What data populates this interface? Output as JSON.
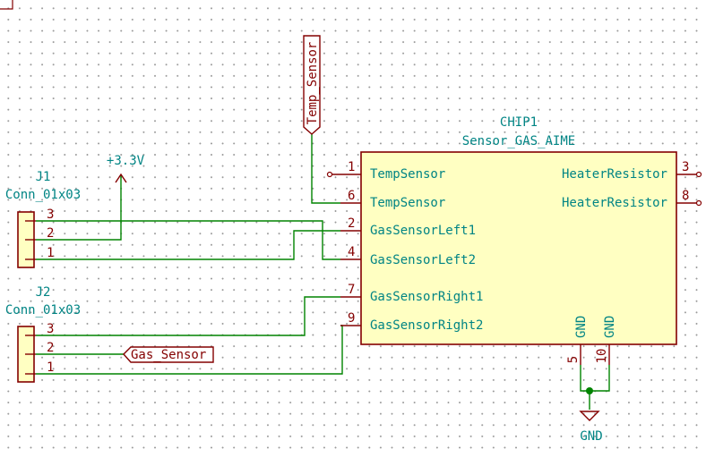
{
  "chip": {
    "ref": "CHIP1",
    "value": "Sensor_GAS_AIME",
    "pins": {
      "p1": {
        "num": "1",
        "name": "TempSensor"
      },
      "p6": {
        "num": "6",
        "name": "TempSensor"
      },
      "p2": {
        "num": "2",
        "name": "GasSensorLeft1"
      },
      "p4": {
        "num": "4",
        "name": "GasSensorLeft2"
      },
      "p7": {
        "num": "7",
        "name": "GasSensorRight1"
      },
      "p9": {
        "num": "9",
        "name": "GasSensorRight2"
      },
      "p3": {
        "num": "3",
        "name": "HeaterResistor"
      },
      "p8": {
        "num": "8",
        "name": "HeaterResistor"
      },
      "p5": {
        "num": "5",
        "name": "GND"
      },
      "p10": {
        "num": "10",
        "name": "GND"
      }
    }
  },
  "j1": {
    "ref": "J1",
    "value": "Conn_01x03",
    "pins": [
      "3",
      "2",
      "1"
    ]
  },
  "j2": {
    "ref": "J2",
    "value": "Conn_01x03",
    "pins": [
      "3",
      "2",
      "1"
    ]
  },
  "labels": {
    "temp_sensor": "Temp_Sensor",
    "gas_sensor": "Gas_Sensor"
  },
  "power": {
    "vcc": "+3.3V",
    "gnd": "GND"
  },
  "colors": {
    "wire": "#008400",
    "component": "#840000",
    "text": "#008484",
    "body_fill": "#ffffc2"
  }
}
